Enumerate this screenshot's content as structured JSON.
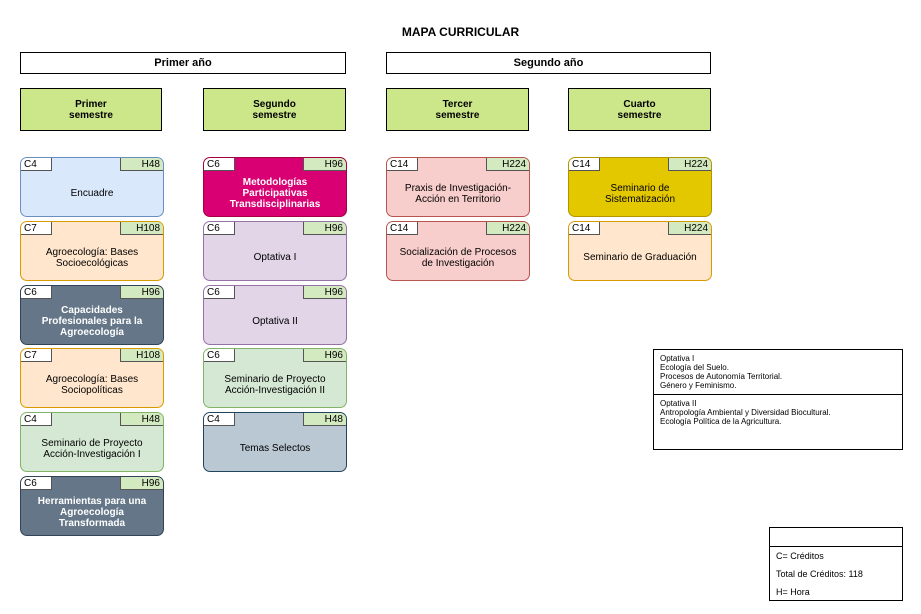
{
  "title": "MAPA CURRICULAR",
  "years": [
    "Primer año",
    "Segundo año"
  ],
  "semesters": [
    "Primer\nsemestre",
    "Segundo\nsemestre",
    "Tercer\nsemestre",
    "Cuarto\nsemestre"
  ],
  "col1": [
    {
      "credits": "C4",
      "hours": "H48",
      "name": "Encuadre"
    },
    {
      "credits": "C7",
      "hours": "H108",
      "name": "Agroecología: Bases Socioecológicas"
    },
    {
      "credits": "C6",
      "hours": "H96",
      "name": "Capacidades Profesionales para la Agroecología"
    },
    {
      "credits": "C7",
      "hours": "H108",
      "name": "Agroecología: Bases Sociopolíticas"
    },
    {
      "credits": "C4",
      "hours": "H48",
      "name": "Seminario de Proyecto Acción-Investigación I"
    },
    {
      "credits": "C6",
      "hours": "H96",
      "name": "Herramientas para una Agroecología Transformada"
    }
  ],
  "col2": [
    {
      "credits": "C6",
      "hours": "H96",
      "name": "Metodologías Participativas Transdisciplinarias"
    },
    {
      "credits": "C6",
      "hours": "H96",
      "name": "Optativa I"
    },
    {
      "credits": "C6",
      "hours": "H96",
      "name": "Optativa II"
    },
    {
      "credits": "C6",
      "hours": "H96",
      "name": "Seminario de Proyecto Acción-Investigación II"
    },
    {
      "credits": "C4",
      "hours": "H48",
      "name": "Temas Selectos"
    }
  ],
  "col3": [
    {
      "credits": "C14",
      "hours": "H224",
      "name": "Praxis de Investigación-Acción en Territorio"
    },
    {
      "credits": "C14",
      "hours": "H224",
      "name": "Socialización de Procesos de Investigación"
    }
  ],
  "col4": [
    {
      "credits": "C14",
      "hours": "H224",
      "name": "Seminario de Sistematización"
    },
    {
      "credits": "C14",
      "hours": "H224",
      "name": "Seminario de Graduación"
    }
  ],
  "electives": {
    "opt1_title": "Optativa I",
    "opt1_items": [
      "Ecología del Suelo.",
      "Procesos de Autonomía Territorial.",
      "Género y Feminismo."
    ],
    "opt2_title": "Optativa II",
    "opt2_items": [
      "Antropología Ambiental y Diversidad Biocultural.",
      "Ecología Política de la Agricultura."
    ]
  },
  "key": {
    "credits": "C= Créditos",
    "total": "Total de Créditos: 118",
    "hours": "H= Hora"
  }
}
